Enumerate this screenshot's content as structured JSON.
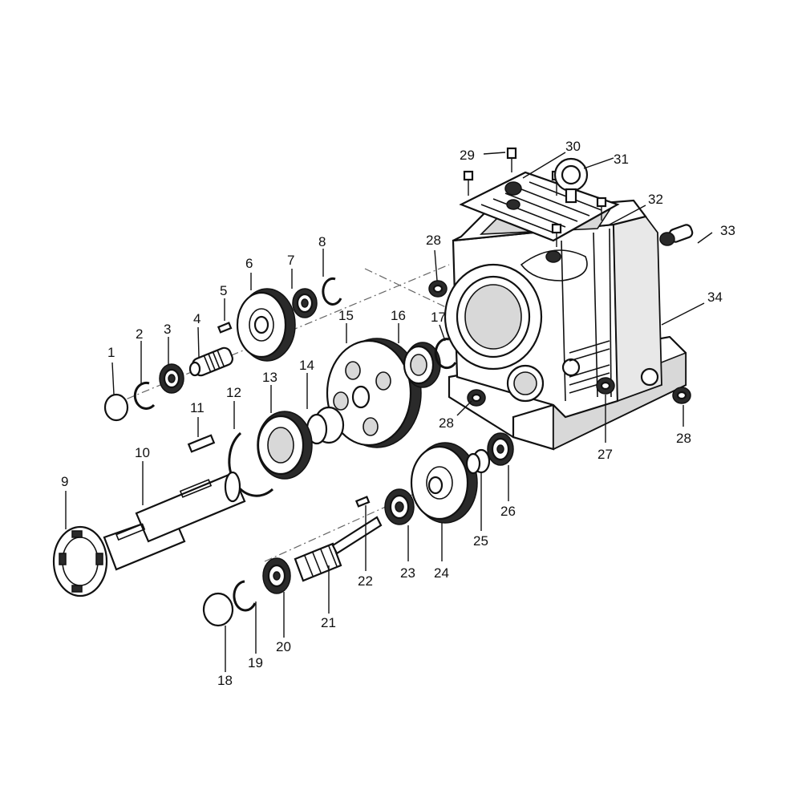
{
  "diagram": {
    "labels": {
      "p1": "1",
      "p2": "2",
      "p3": "3",
      "p4": "4",
      "p5": "5",
      "p6": "6",
      "p7": "7",
      "p8": "8",
      "p9": "9",
      "p10": "10",
      "p11": "11",
      "p12": "12",
      "p13": "13",
      "p14": "14",
      "p15": "15",
      "p16": "16",
      "p17": "17",
      "p18": "18",
      "p19": "19",
      "p20": "20",
      "p21": "21",
      "p22": "22",
      "p23": "23",
      "p24": "24",
      "p25": "25",
      "p26": "26",
      "p27": "27",
      "p28a": "28",
      "p28b": "28",
      "p28c": "28",
      "p29": "29",
      "p30": "30",
      "p31": "31",
      "p32": "32",
      "p33": "33",
      "p34": "34"
    }
  }
}
